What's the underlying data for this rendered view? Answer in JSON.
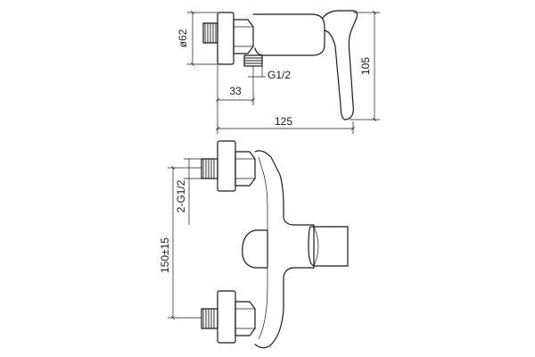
{
  "dimensions": {
    "diameter": "ø62",
    "inlet_thread": "G1/2",
    "offset": "33",
    "depth": "105",
    "length": "125",
    "inlet_threads": "2-G1/2",
    "centers": "150±15"
  }
}
